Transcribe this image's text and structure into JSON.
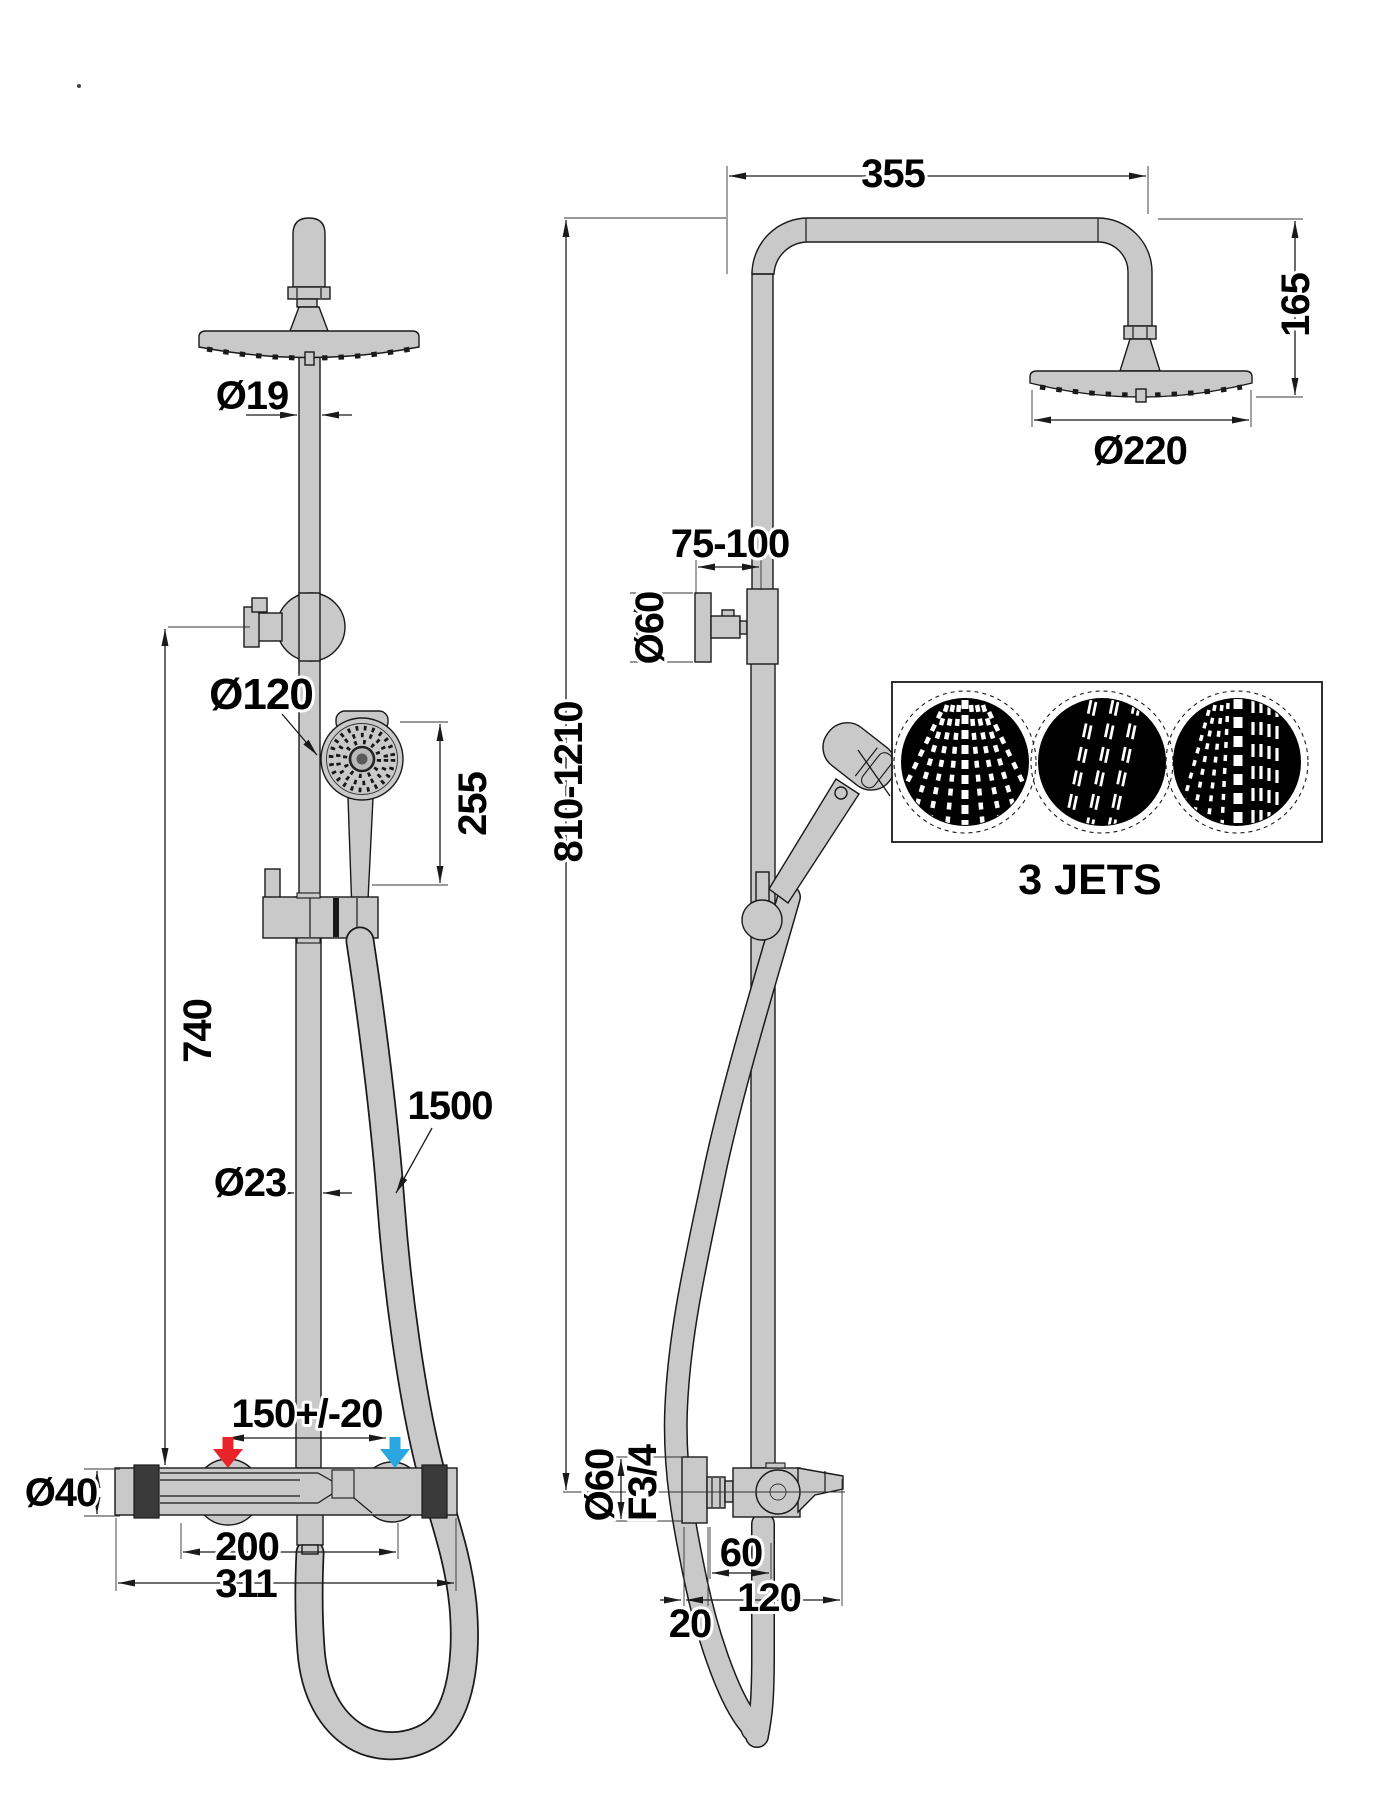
{
  "dimensions": {
    "front": {
      "head_pipe_dia": "Ø19",
      "hand_shower_dia": "Ø120",
      "hand_shower_drop": "255",
      "column_length": "740",
      "hose_length": "1500",
      "pipe_dia": "Ø23",
      "inlet_spacing": "150+/-20",
      "valve_dia": "Ø40",
      "union_spacing": "200",
      "valve_width": "311"
    },
    "side": {
      "arm_reach": "355",
      "head_drop": "165",
      "head_dia": "Ø220",
      "bracket_depth": "75-100",
      "bracket_dia": "Ø60",
      "column_height": "810-1210",
      "flange_dia": "Ø60",
      "thread_size": "F3/4",
      "outlet_offset": "60",
      "valve_depth": "120",
      "flange_depth": "20"
    }
  },
  "jets": {
    "caption": "3 JETS",
    "count": 3
  },
  "colors": {
    "body": "#c9c9c9",
    "line": "#1a1a1a",
    "hot_arrow": "#e8232a",
    "cold_arrow": "#2aa7e0"
  }
}
